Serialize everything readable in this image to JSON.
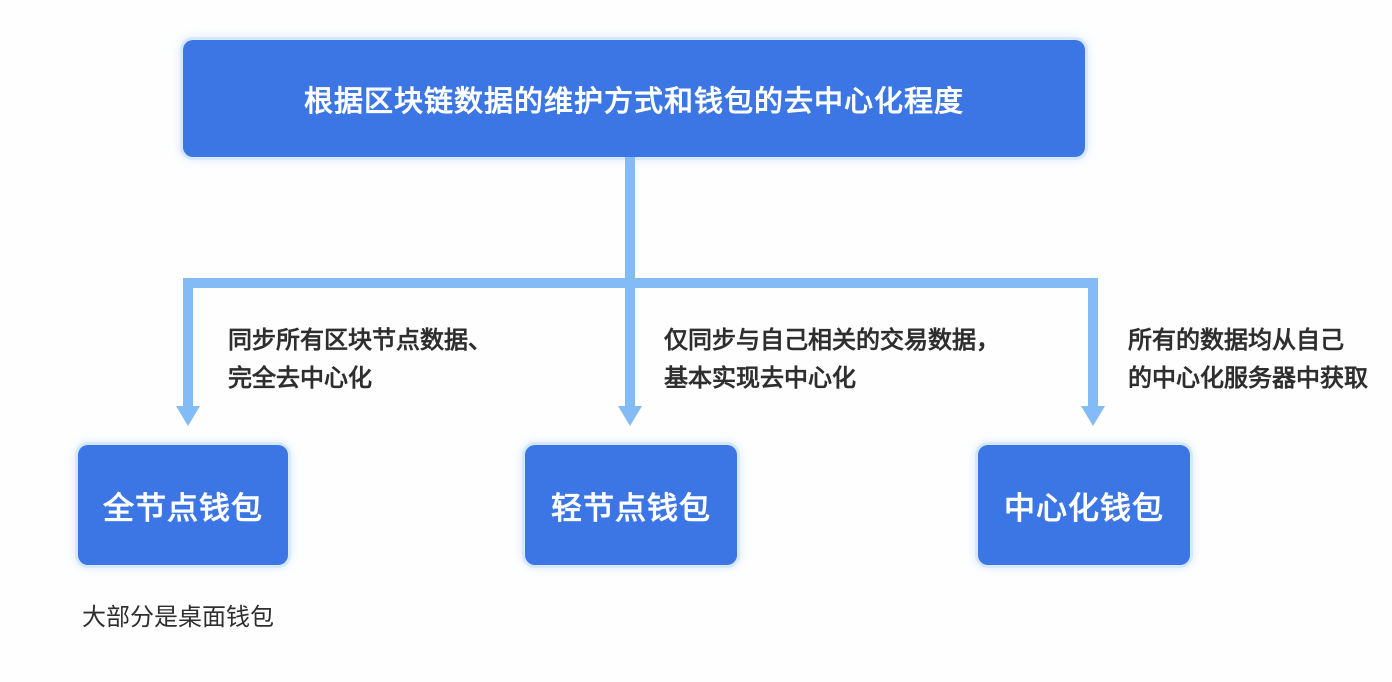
{
  "diagram": {
    "title": "根据区块链数据的维护方式和钱包的去中心化程度",
    "branches": [
      {
        "annotation_line1": "同步所有区块节点数据、",
        "annotation_line2": "完全去中心化",
        "node_label": "全节点钱包"
      },
      {
        "annotation_line1": "仅同步与自己相关的交易数据，",
        "annotation_line2": "基本实现去中心化",
        "node_label": "轻节点钱包"
      },
      {
        "annotation_line1": "所有的数据均从自己",
        "annotation_line2": "的中心化服务器中获取",
        "node_label": "中心化钱包"
      }
    ],
    "footnote": "大部分是桌面钱包",
    "colors": {
      "node_fill": "#3C76E5",
      "connector": "#82BBF5",
      "node_glow": "#D6E8FB",
      "annotation_text": "#2E2E2E",
      "node_text": "#FFFFFF",
      "background": "#FEFEFE"
    }
  }
}
